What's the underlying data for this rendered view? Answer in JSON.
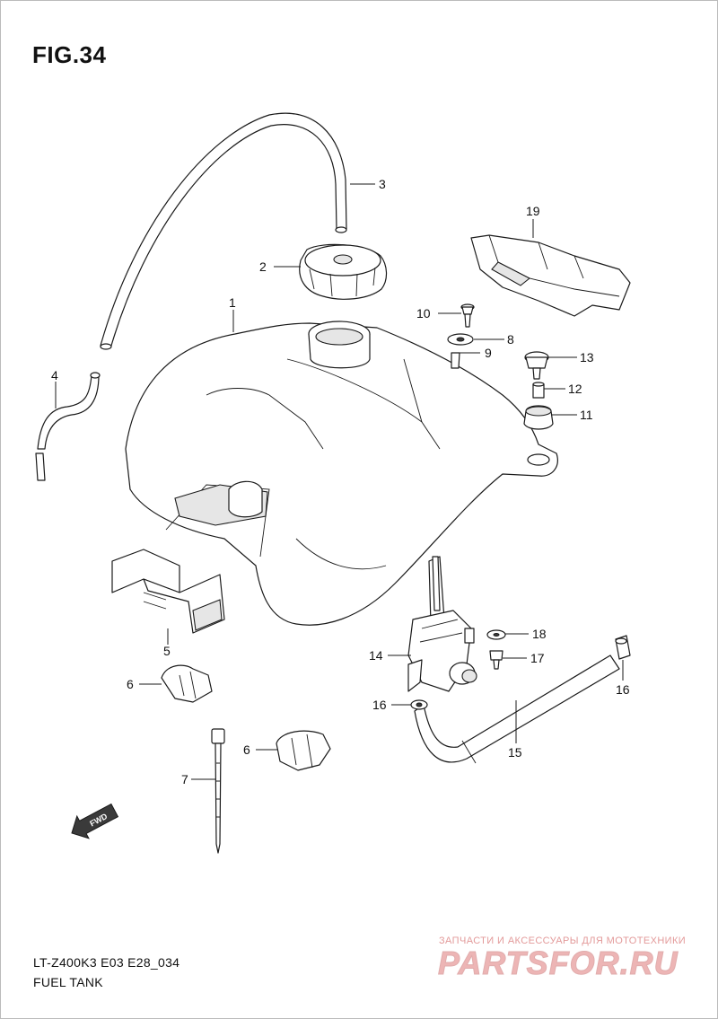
{
  "figure": {
    "title": "FIG.34"
  },
  "callouts": {
    "c1": "1",
    "c2": "2",
    "c3": "3",
    "c4": "4",
    "c5": "5",
    "c6a": "6",
    "c6b": "6",
    "c7": "7",
    "c8": "8",
    "c9": "9",
    "c10": "10",
    "c11": "11",
    "c12": "12",
    "c13": "13",
    "c14": "14",
    "c15": "15",
    "c16a": "16",
    "c16b": "16",
    "c17": "17",
    "c18": "18",
    "c19": "19"
  },
  "direction_badge": {
    "label": "FWD"
  },
  "footer": {
    "model_code": "LT-Z400K3 E03 E28_034",
    "assembly_name": "FUEL TANK"
  },
  "watermark": {
    "tagline": "ЗАПЧАСТИ И АКСЕССУАРЫ ДЛЯ МОТОТЕХНИКИ",
    "logo": "PARTSFOR.RU",
    "color": "#e07a7a"
  }
}
